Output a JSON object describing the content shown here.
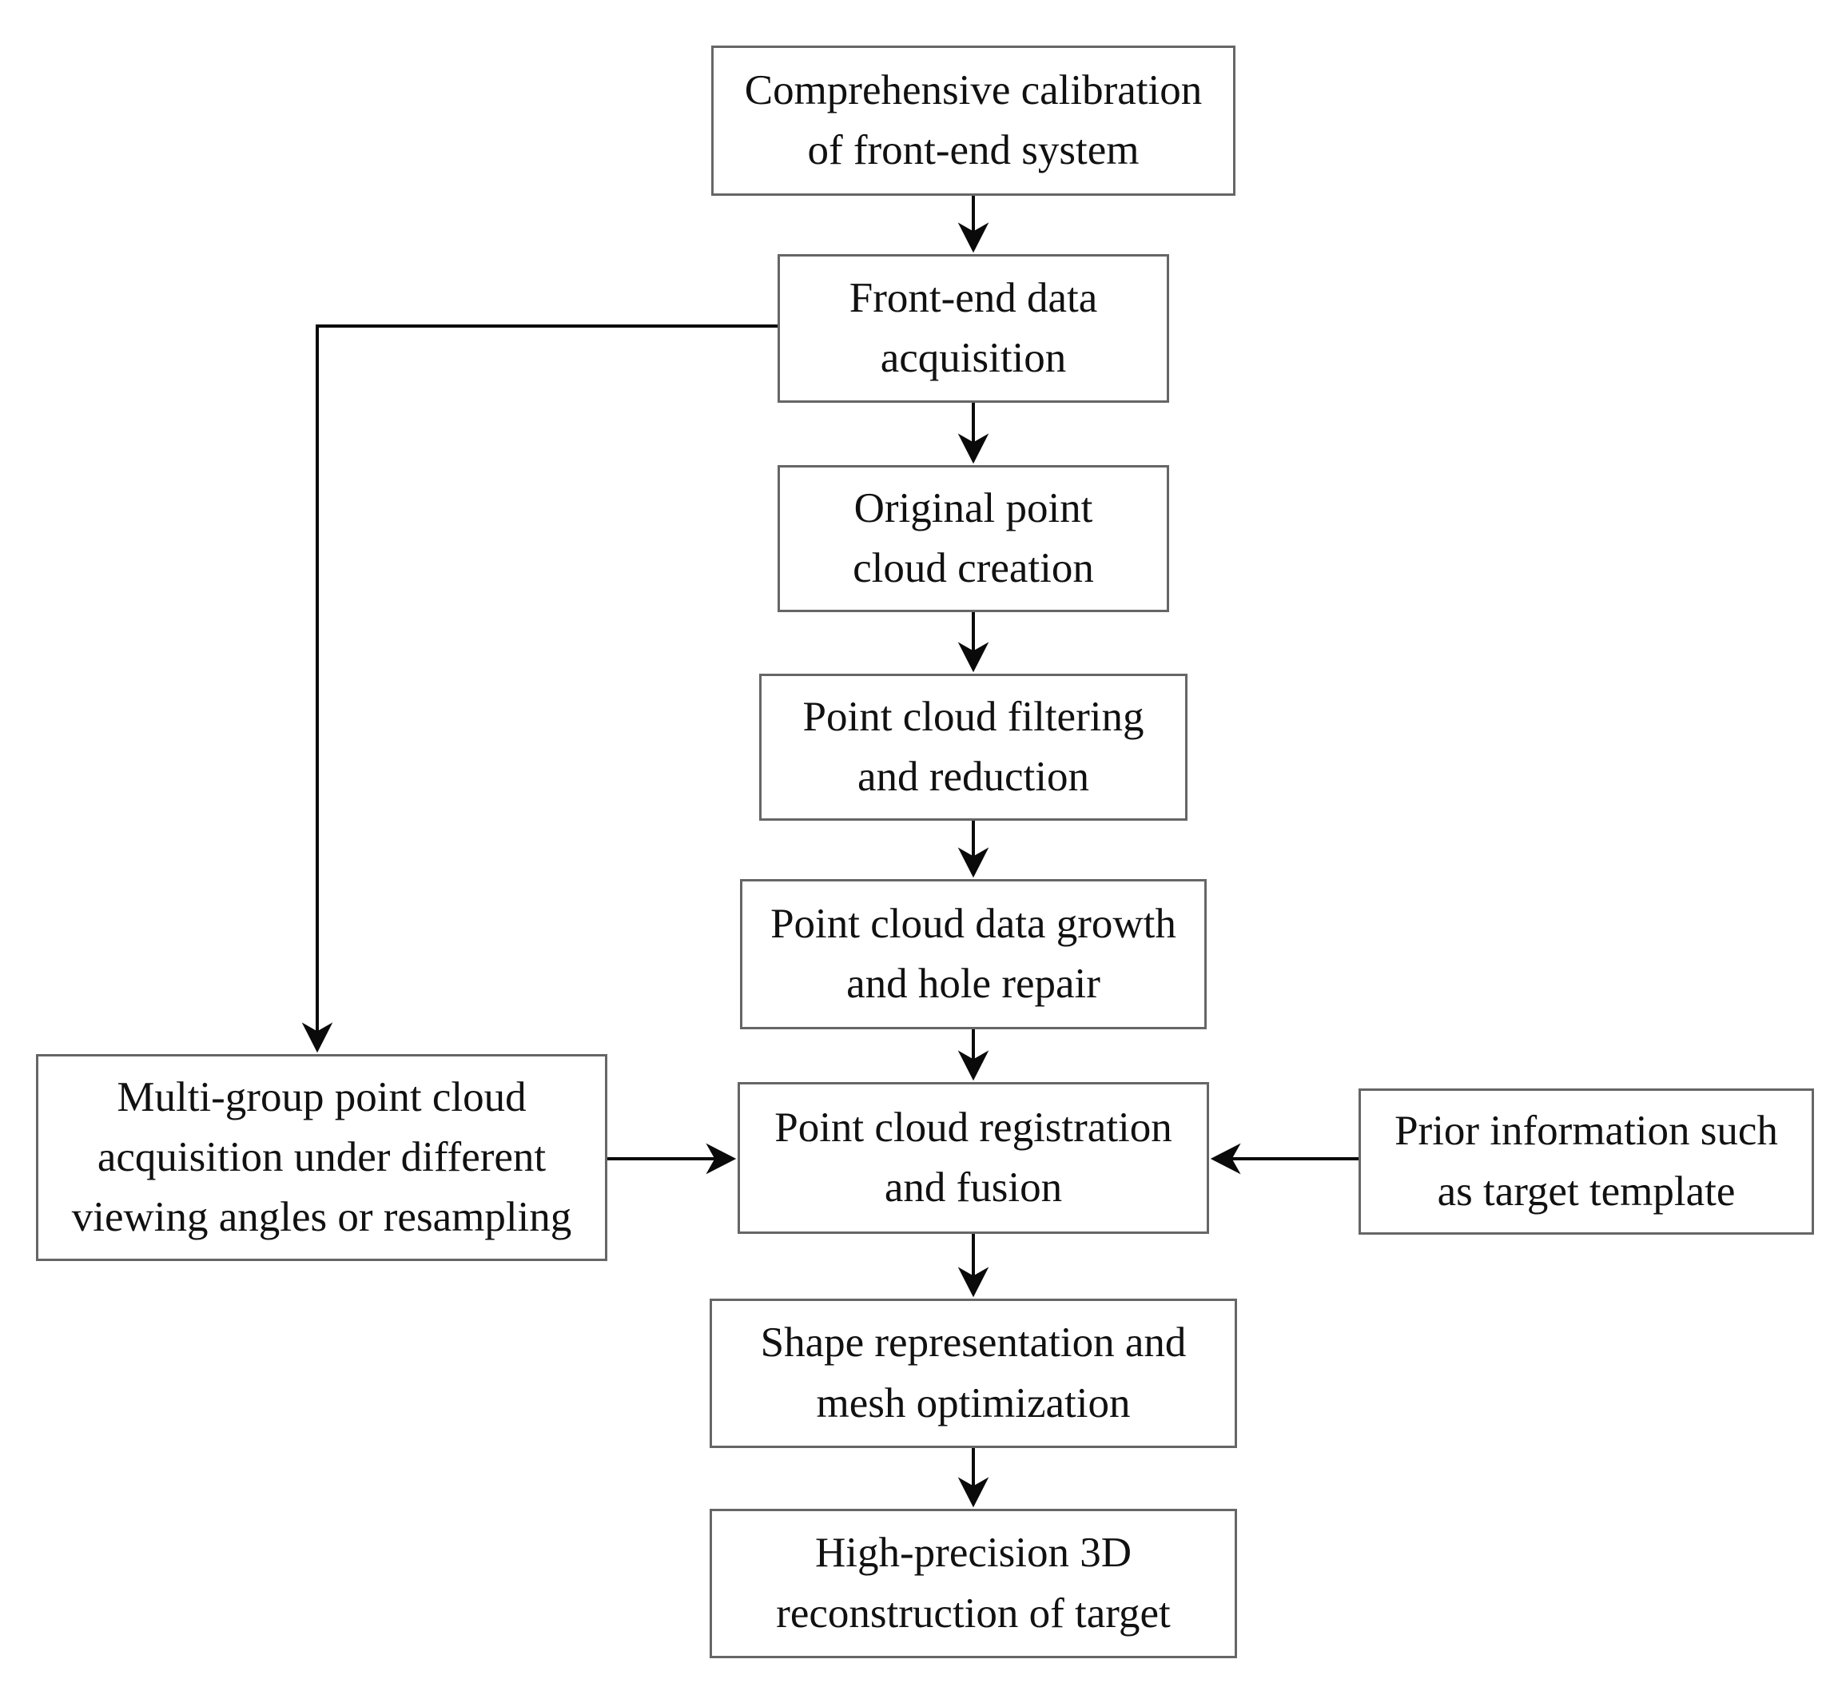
{
  "colors": {
    "background": "#ffffff",
    "box_border": "#666666",
    "text": "#111111",
    "arrow": "#0a0a0a"
  },
  "nodes": {
    "calibration": {
      "label": "Comprehensive calibration of front-end system",
      "lines": [
        "Comprehensive calibration",
        "of front-end system"
      ]
    },
    "acquisition": {
      "label": "Front-end data acquisition",
      "lines": [
        "Front-end data",
        "acquisition"
      ]
    },
    "original": {
      "label": "Original point cloud creation",
      "lines": [
        "Original point",
        "cloud creation"
      ]
    },
    "filtering": {
      "label": "Point cloud filtering and reduction",
      "lines": [
        "Point cloud filtering",
        "and reduction"
      ]
    },
    "growth": {
      "label": "Point cloud data growth and hole repair",
      "lines": [
        "Point cloud data growth",
        "and hole repair"
      ]
    },
    "registration": {
      "label": "Point cloud registration and fusion",
      "lines": [
        "Point cloud registration",
        "and fusion"
      ]
    },
    "shape": {
      "label": "Shape representation and mesh optimization",
      "lines": [
        "Shape representation and",
        "mesh optimization"
      ]
    },
    "reconstruction": {
      "label": "High-precision 3D reconstruction of target",
      "lines": [
        "High-precision 3D",
        "reconstruction of target"
      ]
    },
    "multigroup": {
      "label": "Multi-group point cloud acquisition under different viewing angles or resampling",
      "lines": [
        "Multi-group point cloud",
        "acquisition under different",
        "viewing angles or resampling"
      ]
    },
    "prior": {
      "label": "Prior information such as target template",
      "lines": [
        "Prior information such",
        "as target template"
      ]
    }
  },
  "edges": [
    {
      "from": "calibration",
      "to": "acquisition"
    },
    {
      "from": "acquisition",
      "to": "original"
    },
    {
      "from": "original",
      "to": "filtering"
    },
    {
      "from": "filtering",
      "to": "growth"
    },
    {
      "from": "growth",
      "to": "registration"
    },
    {
      "from": "acquisition",
      "to": "multigroup"
    },
    {
      "from": "multigroup",
      "to": "registration"
    },
    {
      "from": "prior",
      "to": "registration"
    },
    {
      "from": "registration",
      "to": "shape"
    },
    {
      "from": "shape",
      "to": "reconstruction"
    }
  ]
}
